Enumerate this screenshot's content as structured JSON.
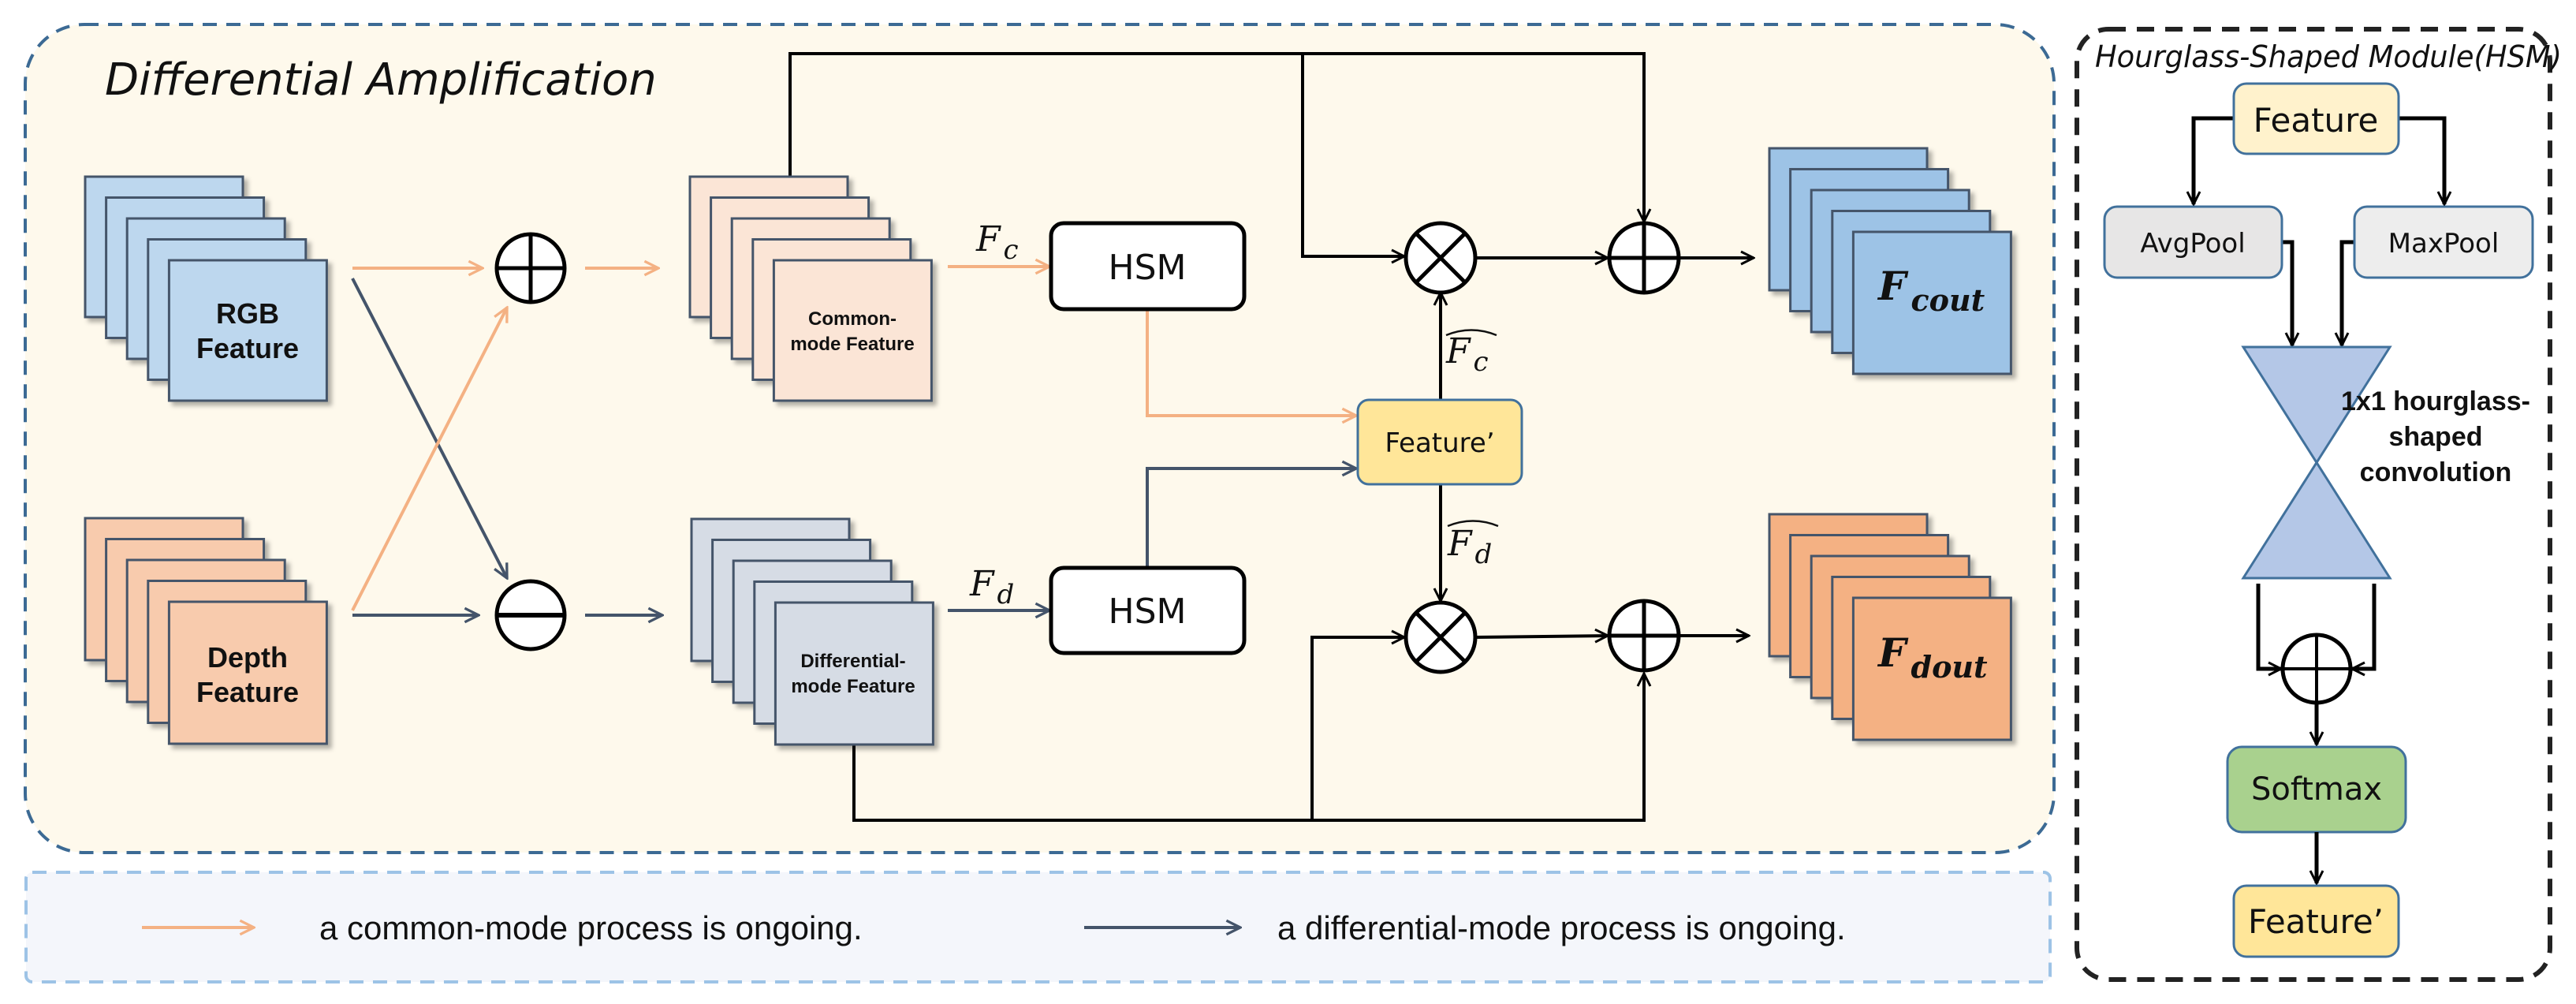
{
  "main": {
    "title": "Differential Amplification",
    "rgb": {
      "line1": "RGB",
      "line2": "Feature"
    },
    "depth": {
      "line1": "Depth",
      "line2": "Feature"
    },
    "common": {
      "line1": "Common-",
      "line2": "mode Feature"
    },
    "differential": {
      "line1": "Differential-",
      "line2": "mode Feature"
    },
    "hsm_top": "HSM",
    "hsm_bottom": "HSM",
    "feature_prime": "Feature’",
    "fc": {
      "base": "F",
      "sub": "c"
    },
    "fd": {
      "base": "F",
      "sub": "d"
    },
    "fc_hat": {
      "base": "F",
      "sub": "c"
    },
    "fd_hat": {
      "base": "F",
      "sub": "d"
    },
    "fcout": {
      "base": "F",
      "sub": "cout"
    },
    "fdout": {
      "base": "F",
      "sub": "dout"
    }
  },
  "hsm_panel": {
    "title": "Hourglass-Shaped Module(HSM)",
    "feature": "Feature",
    "avgpool": "AvgPool",
    "maxpool": "MaxPool",
    "conv_label": [
      "1x1 hourglass-",
      "shaped",
      "convolution"
    ],
    "softmax": "Softmax",
    "feature_prime": "Feature’"
  },
  "legend": {
    "common": "a common-mode process is ongoing.",
    "differential": "a differential-mode process is ongoing."
  },
  "colors": {
    "common_arrow": "#f4b183",
    "differential_arrow": "#44546a",
    "rgb": "#bdd7ee",
    "depth": "#f8cbad",
    "common_feature": "#fbe5d6",
    "differential_feature": "#d6dce5",
    "fcout": "#9dc3e6",
    "fdout": "#f4b183",
    "feature": "#fff2cc",
    "feature_prime": "#ffe699",
    "pool": "#e7e6e6",
    "hourglass": "#b4c7e7",
    "softmax": "#a9d18e"
  }
}
